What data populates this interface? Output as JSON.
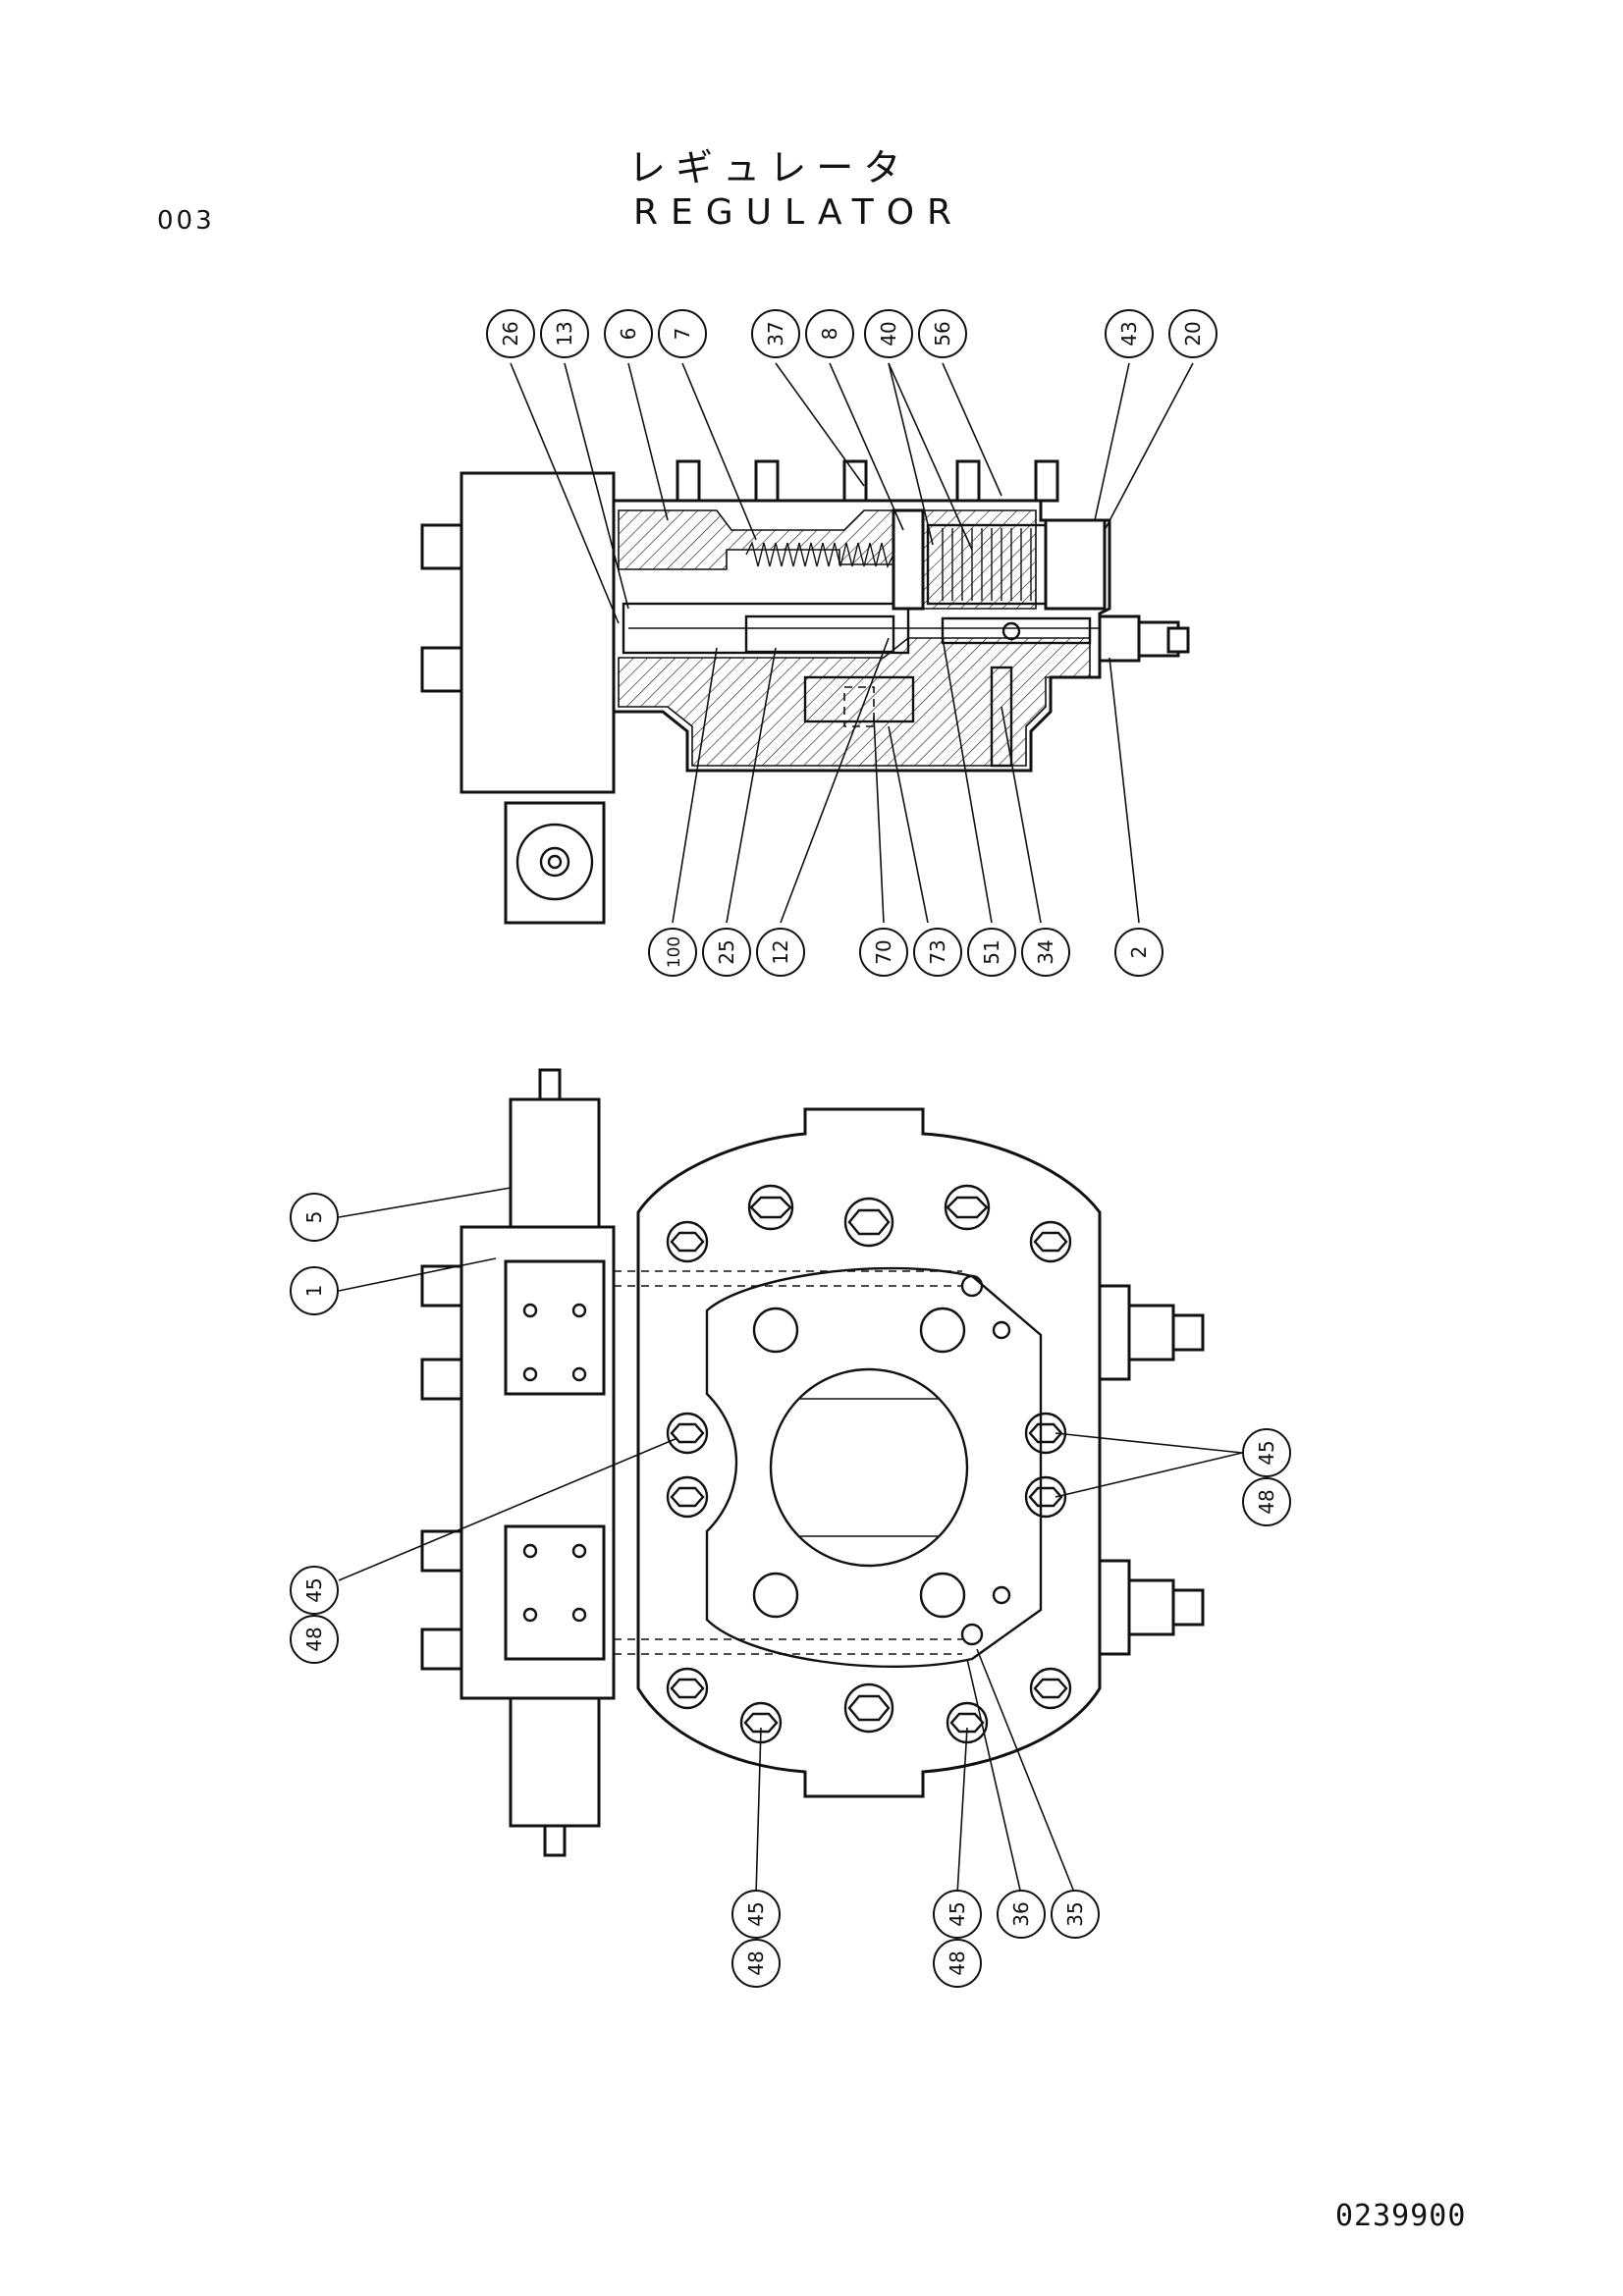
{
  "page_code": "003",
  "title_jp": "レギュレータ",
  "title_en": "REGULATOR",
  "drawing_number": "0239900",
  "colors": {
    "ink": "#111111",
    "paper": "#ffffff"
  },
  "callouts": [
    {
      "id": "c26",
      "label": "26",
      "rotated": true
    },
    {
      "id": "c13",
      "label": "13",
      "rotated": true
    },
    {
      "id": "c6",
      "label": "6",
      "rotated": true
    },
    {
      "id": "c7",
      "label": "7",
      "rotated": true
    },
    {
      "id": "c37",
      "label": "37",
      "rotated": true
    },
    {
      "id": "c8",
      "label": "8",
      "rotated": true
    },
    {
      "id": "c40",
      "label": "40",
      "rotated": true
    },
    {
      "id": "c56",
      "label": "56",
      "rotated": true
    },
    {
      "id": "c43",
      "label": "43",
      "rotated": true
    },
    {
      "id": "c20",
      "label": "20",
      "rotated": true
    },
    {
      "id": "c100",
      "label": "100",
      "rotated": true
    },
    {
      "id": "c25",
      "label": "25",
      "rotated": true
    },
    {
      "id": "c12",
      "label": "12",
      "rotated": true
    },
    {
      "id": "c70",
      "label": "70",
      "rotated": true
    },
    {
      "id": "c73",
      "label": "73",
      "rotated": true
    },
    {
      "id": "c51",
      "label": "51",
      "rotated": true
    },
    {
      "id": "c34",
      "label": "34",
      "rotated": true
    },
    {
      "id": "c2",
      "label": "2",
      "rotated": true
    },
    {
      "id": "c5",
      "label": "5",
      "rotated": true
    },
    {
      "id": "c1",
      "label": "1",
      "rotated": true
    },
    {
      "id": "c45a",
      "label": "45",
      "rotated": true
    },
    {
      "id": "c48a",
      "label": "48",
      "rotated": true
    },
    {
      "id": "c45b",
      "label": "45",
      "rotated": true
    },
    {
      "id": "c48b",
      "label": "48",
      "rotated": true
    },
    {
      "id": "c45c",
      "label": "45",
      "rotated": true
    },
    {
      "id": "c48c",
      "label": "48",
      "rotated": true
    },
    {
      "id": "c45d",
      "label": "45",
      "rotated": true
    },
    {
      "id": "c48d",
      "label": "48",
      "rotated": true
    },
    {
      "id": "c36",
      "label": "36",
      "rotated": true
    },
    {
      "id": "c35",
      "label": "35",
      "rotated": true
    }
  ]
}
